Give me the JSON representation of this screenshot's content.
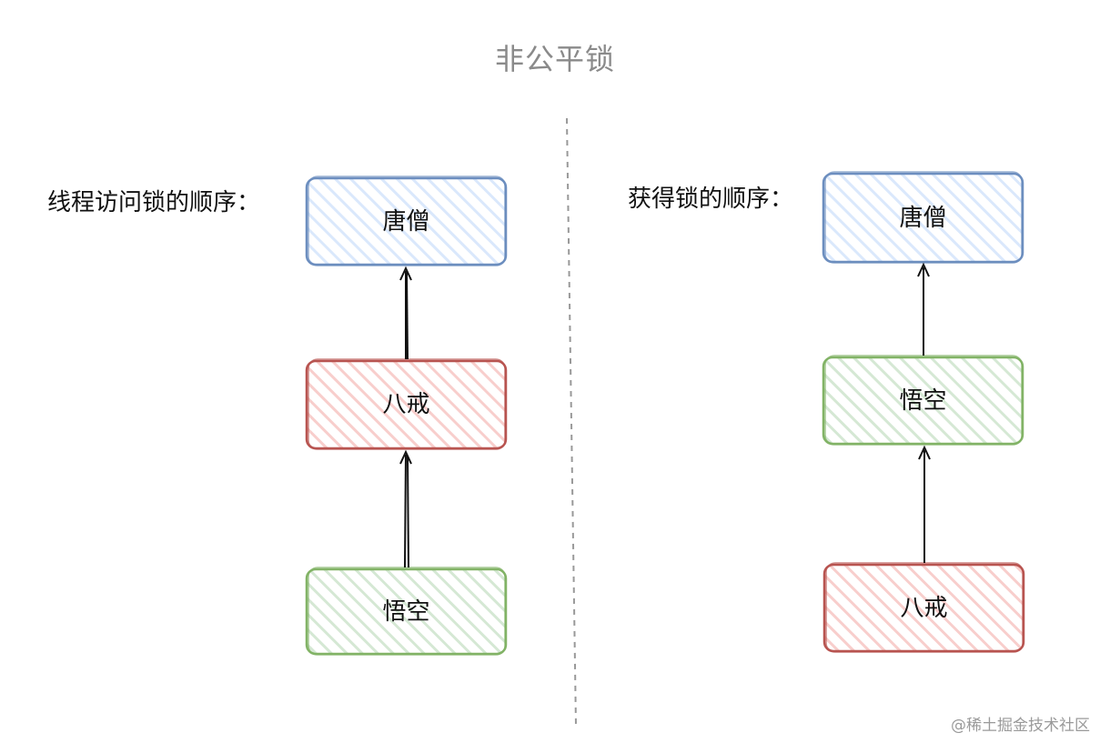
{
  "title": "非公平锁",
  "watermark": "@稀土掘金技术社区",
  "colors": {
    "blue_stroke": "#6c8ebf",
    "blue_fill": "#dae8fc",
    "red_stroke": "#b85450",
    "red_fill": "#f8cecc",
    "green_stroke": "#82b366",
    "green_fill": "#d5e8d4",
    "divider": "#999999",
    "arrow": "#111111"
  },
  "left_panel": {
    "label": "线程访问锁的顺序：",
    "boxes": [
      {
        "text": "唐僧",
        "color": "blue"
      },
      {
        "text": "八戒",
        "color": "red"
      },
      {
        "text": "悟空",
        "color": "green"
      }
    ]
  },
  "right_panel": {
    "label": "获得锁的顺序：",
    "boxes": [
      {
        "text": "唐僧",
        "color": "blue"
      },
      {
        "text": "悟空",
        "color": "green"
      },
      {
        "text": "八戒",
        "color": "red"
      }
    ]
  }
}
